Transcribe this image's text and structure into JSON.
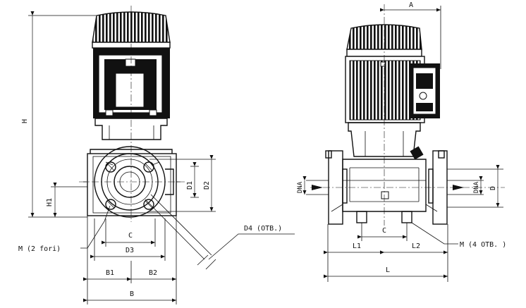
{
  "labels": {
    "H": "H",
    "H1": "H1",
    "C_front": "C",
    "D3": "D3",
    "B1": "B1",
    "B2": "B2",
    "B": "B",
    "D1": "D1",
    "D2": "D2",
    "D4": "D4 (OTB.)",
    "M_left": "M (2 fori)",
    "A": "A",
    "DNA_left": "DNA",
    "DNA_right": "DNA",
    "D": "D",
    "C_side": "C",
    "L1": "L1",
    "L2": "L2",
    "L": "L",
    "M_right": "M (4 OTB. )"
  }
}
